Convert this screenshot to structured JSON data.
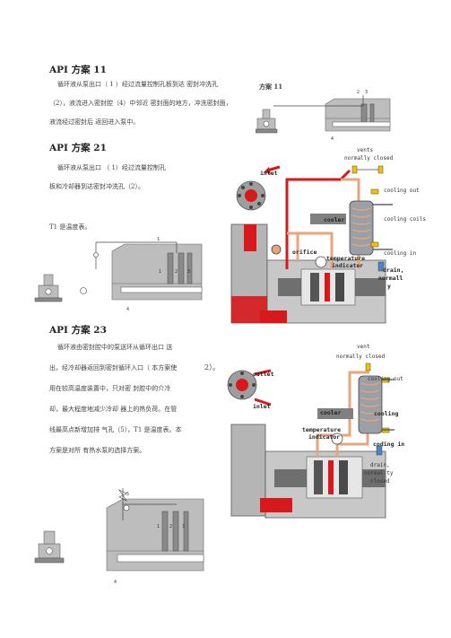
{
  "plan11": {
    "heading": "API 方案 11",
    "side_title": "方案 11",
    "lines": [
      "循环液从泵出口（ 1 ）经过流量控制孔板到达 密封冲洗孔",
      "（2），液流进入密封腔（4）中邻近 密封面的地方，冲洗密封面，",
      "液流经过密封后 返回进入泵中。"
    ]
  },
  "plan21": {
    "heading": "API 方案 21",
    "lines": [
      "循环液从泵出口 （ 1）经过流量控制孔",
      "板和冷却器到达密封冲洗孔（2）。"
    ],
    "note": "T1 是温度表。",
    "diagram": {
      "vents": "vents",
      "normally_closed": "normally closed",
      "inlet": "inlet",
      "cooling_out": "cooling out",
      "cooler": "cooler",
      "cooling_coils": "cooling coils",
      "orifice": "orifice",
      "temperature": "temperature",
      "indicator": "indicator",
      "cooling_in": "cooling in",
      "drain_1": "drain,",
      "drain_2": "normall",
      "drain_3": "y"
    }
  },
  "plan23": {
    "heading": "API 方案 23",
    "lines": [
      "循环液由密封腔中的泵送环从循环出口 送",
      "出，经冷却器返回到密封循环入口（ 本方案使",
      "用在较高温度装置中，只对密 封腔中的介冷",
      "却，最大程度地减少冷却 器上的热负荷。在管",
      "线最高点新增加排 气孔（5），T1 是温度表。本",
      "方案是对所 有热水泵的选择方案。"
    ],
    "overflow_text": "2）。",
    "diagram": {
      "vent": "vent",
      "normally_closed": "normally closed",
      "outlet": "outlet",
      "inlet": "inlet",
      "cooling_out": "cooling out",
      "cooler": "cooler",
      "cooling": "cooling",
      "temperature": "temperature",
      "indicator": "indicator",
      "coding_in": "coding in",
      "drain_1": "drain,",
      "drain_2": "normal ty",
      "drain_3": "closed"
    }
  },
  "callouts": {
    "one": "1",
    "two": "2",
    "three": "3",
    "four": "4",
    "five": "5",
    "t1": "T1"
  },
  "colors": {
    "pipe": "#e8a47c",
    "red": "#d7191c",
    "steel": "#9a9a9a",
    "dark_steel": "#555555",
    "yellow": "#f2c200",
    "blue": "#4a86c5"
  }
}
